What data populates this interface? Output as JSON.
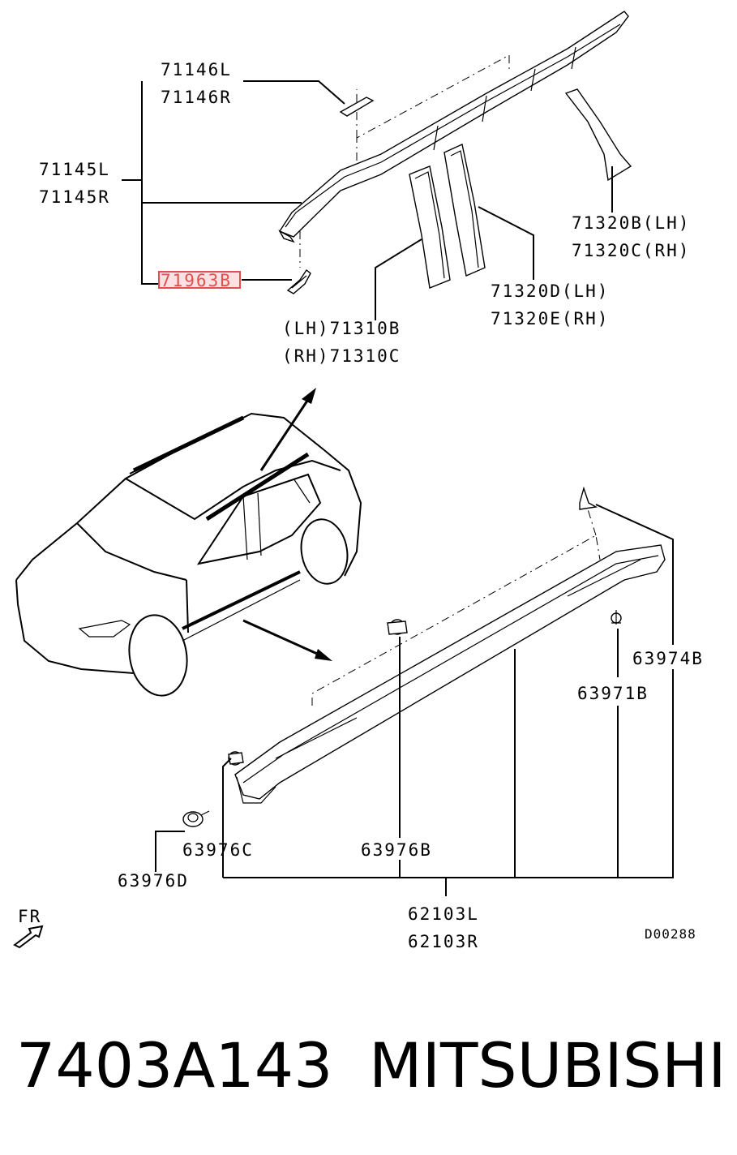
{
  "parts": {
    "p71146L": "71146L",
    "p71146R": "71146R",
    "p71145L": "71145L",
    "p71145R": "71145R",
    "p71963B": "71963B",
    "p71310B": "(LH)71310B",
    "p71310C": "(RH)71310C",
    "p71320B": "71320B(LH)",
    "p71320C": "71320C(RH)",
    "p71320D": "71320D(LH)",
    "p71320E": "71320E(RH)",
    "p63974B": "63974B",
    "p63971B": "63971B",
    "p63976C": "63976C",
    "p63976B": "63976B",
    "p63976D": "63976D",
    "p62103L": "62103L",
    "p62103R": "62103R"
  },
  "direction_label": "FR",
  "drawing_code": "D00288",
  "part_number": "7403A143",
  "brand": "MITSUBISHI",
  "highlight_color": "#e05050"
}
